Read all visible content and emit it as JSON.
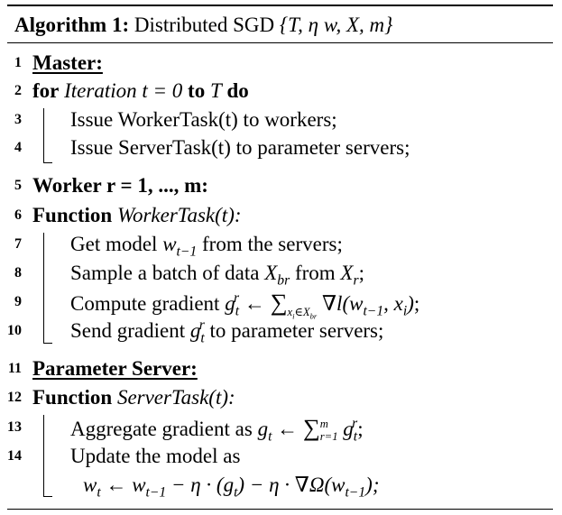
{
  "caption": {
    "label": "Algorithm 1:",
    "title": "Distributed SGD",
    "params": "{T, η  w, X, m}"
  },
  "lines": [
    {
      "num": "1",
      "text": "Master:"
    },
    {
      "num": "2",
      "kw_for": "for",
      "iter": "Iteration",
      "expr": "t = 0",
      "kw_to": "to",
      "var": "T",
      "kw_do": "do"
    },
    {
      "num": "3",
      "text": "Issue WorkerTask(t) to workers;"
    },
    {
      "num": "4",
      "text": "Issue ServerTask(t) to parameter servers;"
    },
    {
      "num": "5",
      "text": "Worker r = 1, ..., m:"
    },
    {
      "num": "6",
      "kw": "Function",
      "name": "WorkerTask(t):"
    },
    {
      "num": "7",
      "pre": "Get model",
      "post": "from the servers;"
    },
    {
      "num": "8",
      "pre": "Sample a batch of data",
      "mid": "from",
      "end": ";"
    },
    {
      "num": "9",
      "pre": "Compute gradient",
      "end": ";"
    },
    {
      "num": "10",
      "pre": "Send gradient",
      "post": "to parameter servers;"
    },
    {
      "num": "11",
      "text": "Parameter Server:"
    },
    {
      "num": "12",
      "kw": "Function",
      "name": "ServerTask(t):"
    },
    {
      "num": "13",
      "pre": "Aggregate gradient as",
      "end": ";"
    },
    {
      "num": "14",
      "text": "Update the model as"
    }
  ]
}
